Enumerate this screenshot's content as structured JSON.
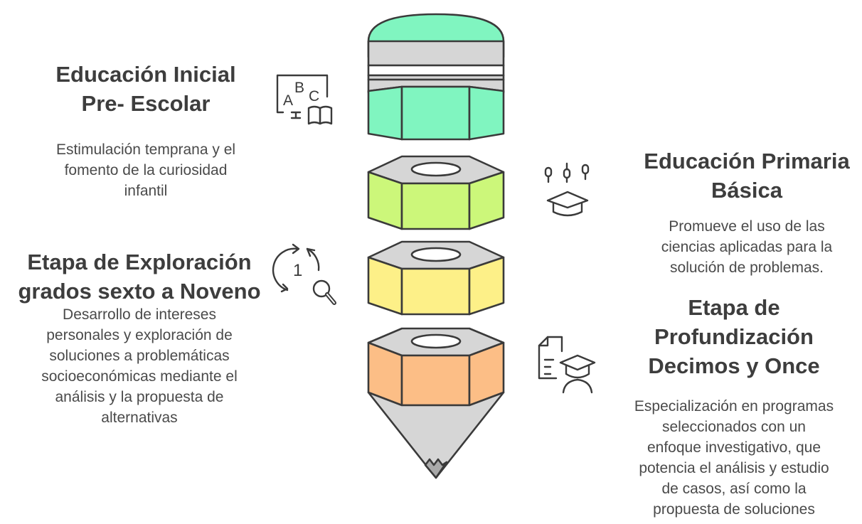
{
  "stages": [
    {
      "title_lines": [
        "Educación Inicial",
        "Pre- Escolar"
      ],
      "desc_lines": [
        "Estimulación temprana y el",
        "fomento de la curiosidad",
        "infantil"
      ],
      "icon": "abc-book-icon",
      "color": "#80f5c0"
    },
    {
      "title_lines": [
        "Educación Primaria",
        "Básica"
      ],
      "desc_lines": [
        "Promueve el uso de las",
        "ciencias aplicadas para la",
        "solución de problemas."
      ],
      "icon": "graduation-cap-icon",
      "color": "#ccf77a"
    },
    {
      "title_lines": [
        "Etapa de Exploración",
        "grados sexto a Noveno"
      ],
      "desc_lines": [
        "Desarrollo de intereses",
        "personales y exploración de",
        "soluciones a problemáticas",
        "socioeconómicas mediante el",
        "análisis y la propuesta de",
        "alternativas"
      ],
      "icon": "cycle-search-icon",
      "color": "#fdf088"
    },
    {
      "title_lines": [
        "Etapa de",
        "Profundización",
        "Decimos y Once"
      ],
      "desc_lines": [
        "Especialización en programas",
        "seleccionados con un",
        "enfoque investigativo, que",
        "potencia el análisis y estudio",
        "de casos, así como la",
        "propuesta de soluciones"
      ],
      "icon": "graduate-document-icon",
      "color": "#fcbe86"
    }
  ],
  "icon_text": {
    "abc_a": "A",
    "abc_b": "B",
    "abc_c": "C",
    "cycle_number": "1"
  },
  "colors": {
    "outline": "#3a3a3a",
    "gray_face": "#d6d6d6",
    "gray_band": "#cfcfcf",
    "text": "#3d3d3d"
  }
}
